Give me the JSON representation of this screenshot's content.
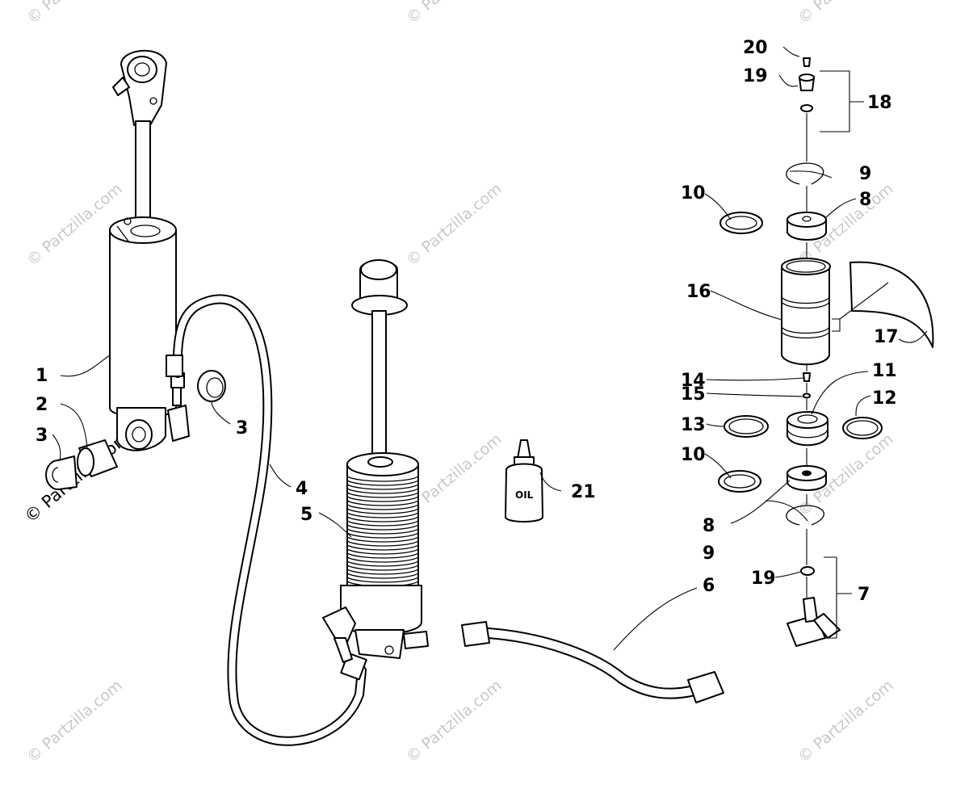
{
  "diagram": {
    "callouts": [
      {
        "id": "c1",
        "text": "1"
      },
      {
        "id": "c2",
        "text": "2"
      },
      {
        "id": "c3a",
        "text": "3"
      },
      {
        "id": "c3b",
        "text": "3"
      },
      {
        "id": "c4",
        "text": "4"
      },
      {
        "id": "c5",
        "text": "5"
      },
      {
        "id": "c6",
        "text": "6"
      },
      {
        "id": "c7",
        "text": "7"
      },
      {
        "id": "c8a",
        "text": "8"
      },
      {
        "id": "c8b",
        "text": "8"
      },
      {
        "id": "c9a",
        "text": "9"
      },
      {
        "id": "c9b",
        "text": "9"
      },
      {
        "id": "c10a",
        "text": "10"
      },
      {
        "id": "c10b",
        "text": "10"
      },
      {
        "id": "c11",
        "text": "11"
      },
      {
        "id": "c12",
        "text": "12"
      },
      {
        "id": "c13",
        "text": "13"
      },
      {
        "id": "c14",
        "text": "14"
      },
      {
        "id": "c15",
        "text": "15"
      },
      {
        "id": "c16",
        "text": "16"
      },
      {
        "id": "c17",
        "text": "17"
      },
      {
        "id": "c18",
        "text": "18"
      },
      {
        "id": "c19a",
        "text": "19"
      },
      {
        "id": "c19b",
        "text": "19"
      },
      {
        "id": "c20",
        "text": "20"
      },
      {
        "id": "c21",
        "text": "21"
      }
    ],
    "bottle_label": "OIL",
    "watermark": "© Partzilla.com",
    "colors": {
      "line": "#000000",
      "watermark": "#c8c8c8",
      "background": "#ffffff"
    }
  }
}
